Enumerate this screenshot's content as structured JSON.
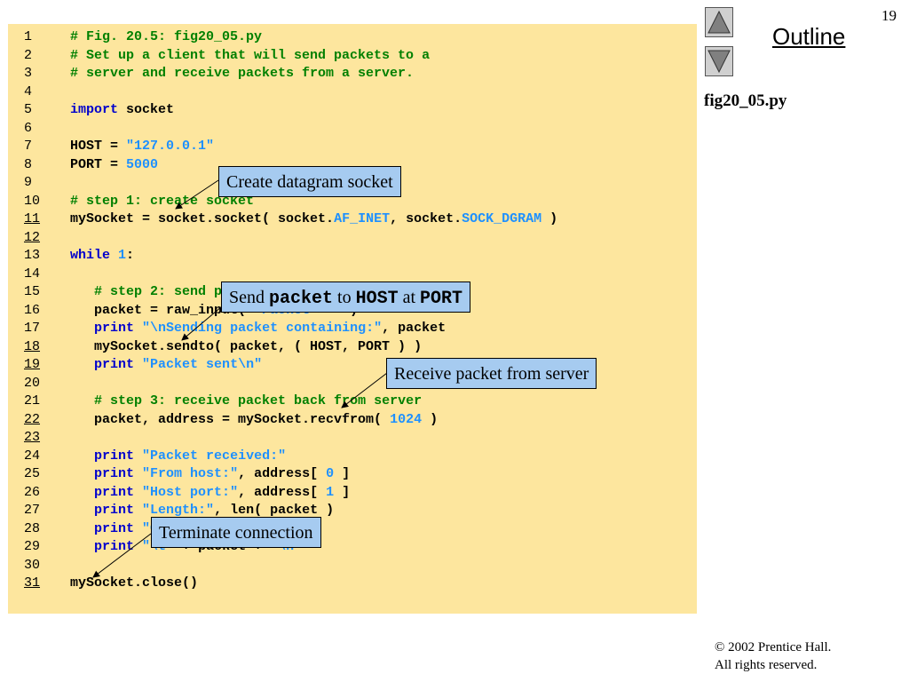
{
  "slide": {
    "page_number": "19",
    "outline_label": "Outline",
    "filename": "fig20_05.py",
    "copyright_line1": "© 2002 Prentice Hall.",
    "copyright_line2": "All rights reserved."
  },
  "nav": {
    "up_icon": "triangle-up-icon",
    "down_icon": "triangle-down-icon"
  },
  "code_lines": [
    {
      "n": "1",
      "t": "# Fig. 20.5: fig20_05.py"
    },
    {
      "n": "2",
      "t": "# Set up a client that will send packets to a"
    },
    {
      "n": "3",
      "t": "# server and receive packets from a server."
    },
    {
      "n": "4",
      "t": ""
    },
    {
      "n": "5",
      "t": "import socket"
    },
    {
      "n": "6",
      "t": ""
    },
    {
      "n": "7",
      "t": "HOST = \"127.0.0.1\""
    },
    {
      "n": "8",
      "t": "PORT = 5000"
    },
    {
      "n": "9",
      "t": ""
    },
    {
      "n": "10",
      "t": "# step 1: create socket"
    },
    {
      "n": "11",
      "t": "mySocket = socket.socket( socket.AF_INET, socket.SOCK_DGRAM )"
    },
    {
      "n": "12",
      "t": ""
    },
    {
      "n": "13",
      "t": "while 1:"
    },
    {
      "n": "14",
      "t": ""
    },
    {
      "n": "15",
      "t": "   # step 2: send packet"
    },
    {
      "n": "16",
      "t": "   packet = raw_input( \"Packet>>>\" )"
    },
    {
      "n": "17",
      "t": "   print \"\\nSending packet containing:\", packet"
    },
    {
      "n": "18",
      "t": "   mySocket.sendto( packet, ( HOST, PORT ) )"
    },
    {
      "n": "19",
      "t": "   print \"Packet sent\\n\""
    },
    {
      "n": "20",
      "t": ""
    },
    {
      "n": "21",
      "t": "   # step 3: receive packet back from server"
    },
    {
      "n": "22",
      "t": "   packet, address = mySocket.recvfrom( 1024 )"
    },
    {
      "n": "23",
      "t": ""
    },
    {
      "n": "24",
      "t": "   print \"Packet received:\""
    },
    {
      "n": "25",
      "t": "   print \"From host:\", address[ 0 ]"
    },
    {
      "n": "26",
      "t": "   print \"Host port:\", address[ 1 ]"
    },
    {
      "n": "27",
      "t": "   print \"Length:\", len( packet )"
    },
    {
      "n": "28",
      "t": "   print \"Containing:\""
    },
    {
      "n": "29",
      "t": "   print \"\\t\" + packet + \"\\n\""
    },
    {
      "n": "30",
      "t": ""
    },
    {
      "n": "31",
      "t": "mySocket.close()"
    }
  ],
  "callouts": {
    "datagram": "Create datagram socket",
    "send_prefix": "Send ",
    "send_packet": "packet",
    "send_to": " to ",
    "send_host": "HOST",
    "send_at": " at ",
    "send_port": "PORT",
    "receive": "Receive packet from server",
    "terminate": "Terminate connection"
  }
}
